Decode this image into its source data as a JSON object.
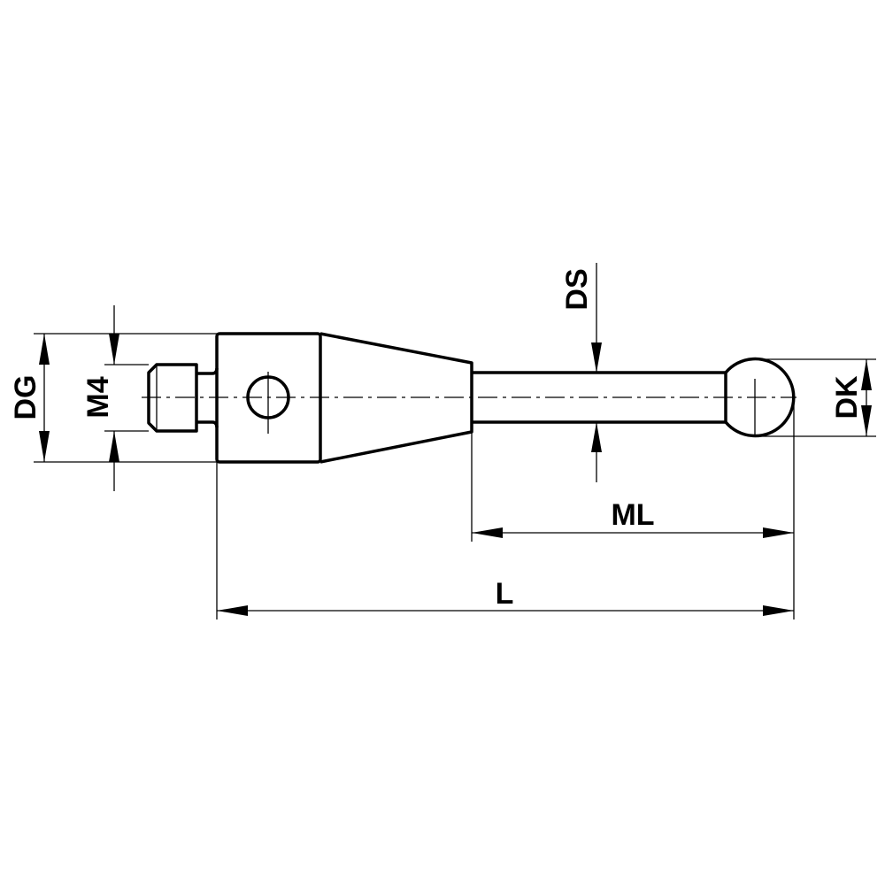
{
  "drawing": {
    "labels": {
      "dg": "DG",
      "m4": "M4",
      "ds": "DS",
      "dk": "DK",
      "ml": "ML",
      "l": "L"
    },
    "line_color": "#000000",
    "background": "#ffffff"
  }
}
